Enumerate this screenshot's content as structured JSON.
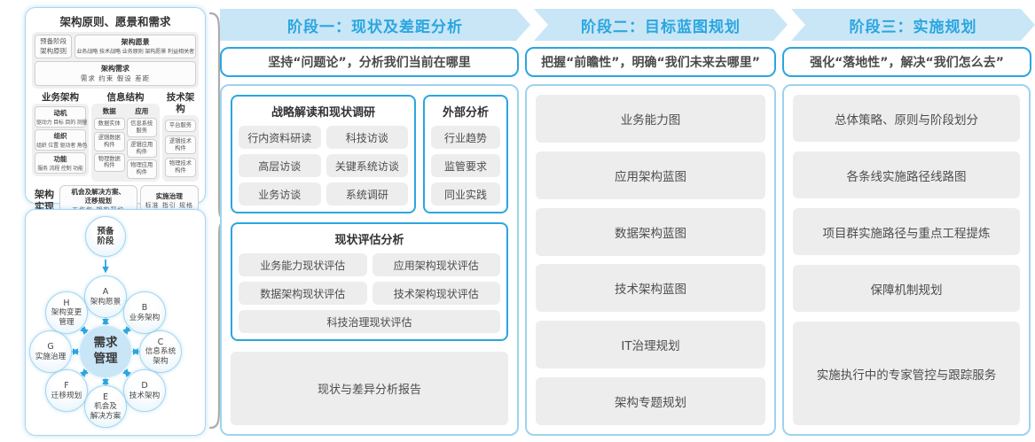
{
  "colors": {
    "accent": "#2ba6df",
    "band_bg": "#c9e6f7",
    "item_gray": "#ededed",
    "text_dark": "#4d4d4d"
  },
  "left_top": {
    "title": "架构原则、愿景和需求",
    "prep_line1": "预备阶段",
    "prep_line2": "架构原则",
    "vision_title": "架构愿景",
    "vision_items": "业务战略 技术战略 业务原则 架构愿景 利益相关者",
    "req_title": "架构需求",
    "req_items": "需求  约束  假设  差距",
    "biz_title": "业务架构",
    "biz_groups": [
      {
        "t": "动机",
        "s": "驱动力 目标 目的 测量"
      },
      {
        "t": "组织",
        "s": "组织 位置 驱动者 角色"
      },
      {
        "t": "功能",
        "s": "服务 流程 控制 功能"
      }
    ],
    "info_title": "信息结构",
    "data_label": "数据",
    "data_items": [
      "数据实体",
      "逻辑数据\n构件",
      "物理数据\n构件"
    ],
    "app_label": "应用",
    "app_items": [
      "信息系统\n服务",
      "逻辑应用\n构件",
      "物理应用\n构件"
    ],
    "tech_title": "技术架构",
    "tech_items": [
      "平台服务",
      "逻辑技术\n构件",
      "物理技术\n构件"
    ],
    "impl_label": "架构\n实现",
    "impl_box1_title": "机会及解决方案、\n迁移规划",
    "impl_box1_sub": "工作包  架构契约",
    "impl_box2_title": "实施治理",
    "impl_box2_sub": "标准 指引 规格"
  },
  "left_bottom": {
    "prep": "预备\n阶段",
    "center": "需求\n管理",
    "nodes": [
      {
        "letter": "A",
        "label": "架构愿景"
      },
      {
        "letter": "B",
        "label": "业务架构"
      },
      {
        "letter": "C",
        "label": "信息系统\n架构"
      },
      {
        "letter": "D",
        "label": "技术架构"
      },
      {
        "letter": "E",
        "label": "机会及\n解决方案"
      },
      {
        "letter": "F",
        "label": "迁移规划"
      },
      {
        "letter": "G",
        "label": "实施治理"
      },
      {
        "letter": "H",
        "label": "架构变更\n管理"
      }
    ]
  },
  "phase1": {
    "header": "阶段一：现状及差距分析",
    "subtitle": "坚持“问题论”，分析我们当前在哪里",
    "strategy_title": "战略解读和现状调研",
    "strategy_items": [
      "行内资料研读",
      "科技访谈",
      "高层访谈",
      "关键系统访谈",
      "业务访谈",
      "系统调研"
    ],
    "external_title": "外部分析",
    "external_items": [
      "行业趋势",
      "监管要求",
      "同业实践"
    ],
    "assess_title": "现状评估分析",
    "assess_items": [
      "业务能力现状评估",
      "应用架构现状评估",
      "数据架构现状评估",
      "技术架构现状评估"
    ],
    "assess_full": "科技治理现状评估",
    "report": "现状与差异分析报告"
  },
  "phase2": {
    "header": "阶段二：目标蓝图规划",
    "subtitle": "把握“前瞻性”，明确“我们未来去哪里”",
    "items": [
      "业务能力图",
      "应用架构蓝图",
      "数据架构蓝图",
      "技术架构蓝图",
      "IT治理规划",
      "架构专题规划"
    ]
  },
  "phase3": {
    "header": "阶段三：实施规划",
    "subtitle": "强化“落地性”，解决“我们怎么去”",
    "items": [
      "总体策略、原则与阶段划分",
      "各条线实施路径线路图",
      "项目群实施路径与重点工程提炼",
      "保障机制规划"
    ],
    "tall_item": "实施执行中的专家管控与跟踪服务"
  }
}
